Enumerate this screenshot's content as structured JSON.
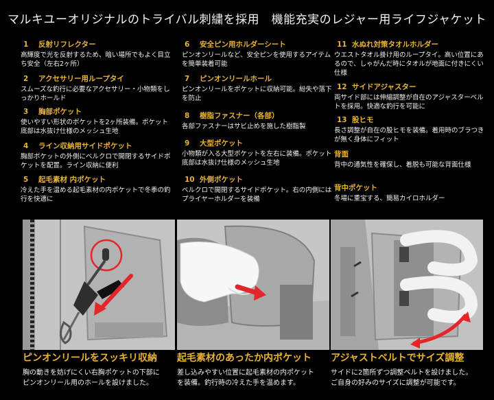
{
  "headline": "マルキユーオリジナルのトライバル刺繍を採用　機能充実のレジャー用ライフジャケット",
  "features": [
    [
      {
        "num": "1",
        "title": "反射リフレクター",
        "desc": "高輝度で光を反射するため、暗い場所でもよく目立ち安全（左右2ヶ所）"
      },
      {
        "num": "2",
        "title": "アクセサリー用ループタイ",
        "desc": "スムーズな釣行に必要なアクセサリー・小物類をしっかりホールド"
      },
      {
        "num": "3",
        "title": "胸部ポケット",
        "desc": "使いやすい形状のポケットを2ヶ所装備。ポケット底部は水抜け仕様のメッシュ生地"
      },
      {
        "num": "4",
        "title": "ライン収納用サイドポケット",
        "desc": "胸部ポケットの外側にベルクロで開閉するサイドポケットを配置。ライン収納に便利"
      },
      {
        "num": "5",
        "title": "起毛素材 内ポケット",
        "desc": "冷えた手を温める起毛素材の内ポケットで冬季の釣行を快適に"
      }
    ],
    [
      {
        "num": "6",
        "title": "安全ピン用ホルダーシート",
        "desc": "ピンオンリールなど、安全ピンを使用するアイテムを簡単装着可能"
      },
      {
        "num": "7",
        "title": "ピンオンリールホール",
        "desc": "ピンオンリールをポケットに収納可能。紛失や落下を防止"
      },
      {
        "num": "8",
        "title": "樹脂ファスナー（各部）",
        "desc": "各部ファスナーはサビ止めを施した樹脂製"
      },
      {
        "num": "9",
        "title": "大型ポケット",
        "desc": "小物類が入る大型ポケットを左右に装備。ポケット底部は水抜け仕様のメッシュ生地"
      },
      {
        "num": "10",
        "title": "外側ポケット",
        "desc": "ベルクロで開閉するサイドポケット。右の内側にはプライヤーホルダーを装備"
      }
    ],
    [
      {
        "num": "11",
        "title": "水ぬれ対策タオルホルダー",
        "desc": "ウエストタオル掛け用のループタイ。高い位置にあるので、しゃがんだ時にタオルが地面に付きにくい仕様"
      },
      {
        "num": "12",
        "title": "サイドアジャスター",
        "desc": "両サイド部には伸縮調整が自在のアジャスターベルトを採用。快適な釣行を可能に"
      },
      {
        "num": "13",
        "title": "股ヒモ",
        "desc": "長さ調整が自在の股ヒモを装備。着用時のブラつきが無く身体にフィット"
      },
      {
        "num": "",
        "title": "背面",
        "desc": "背中の通気性を確保し、着脱も可能な背面仕様"
      },
      {
        "num": "",
        "title": "背中ポケット",
        "desc": "冬場に重宝する、簡易カイロホルダー"
      }
    ]
  ],
  "captions": [
    {
      "title": "ピンオンリールをスッキリ収納",
      "desc": "胸の動きを妨げにくい右胸ポケットの下部に\nピンオンリール用のホールを設けました。"
    },
    {
      "title": "起毛素材のあったか内ポケット",
      "desc": "差し込みやすい位置に起毛素材の内ポケット\nを装備。釣行時の冷えた手を温めます。"
    },
    {
      "title": "アジャストベルトでサイズ調整",
      "desc": "サイドに2箇所ずつ調整ベルトを設けました。\nご自身の好みのサイズに調整が可能です。"
    }
  ],
  "colors": {
    "accent": "#e9b334",
    "arrow": "#e4262a",
    "background": "#000000"
  }
}
